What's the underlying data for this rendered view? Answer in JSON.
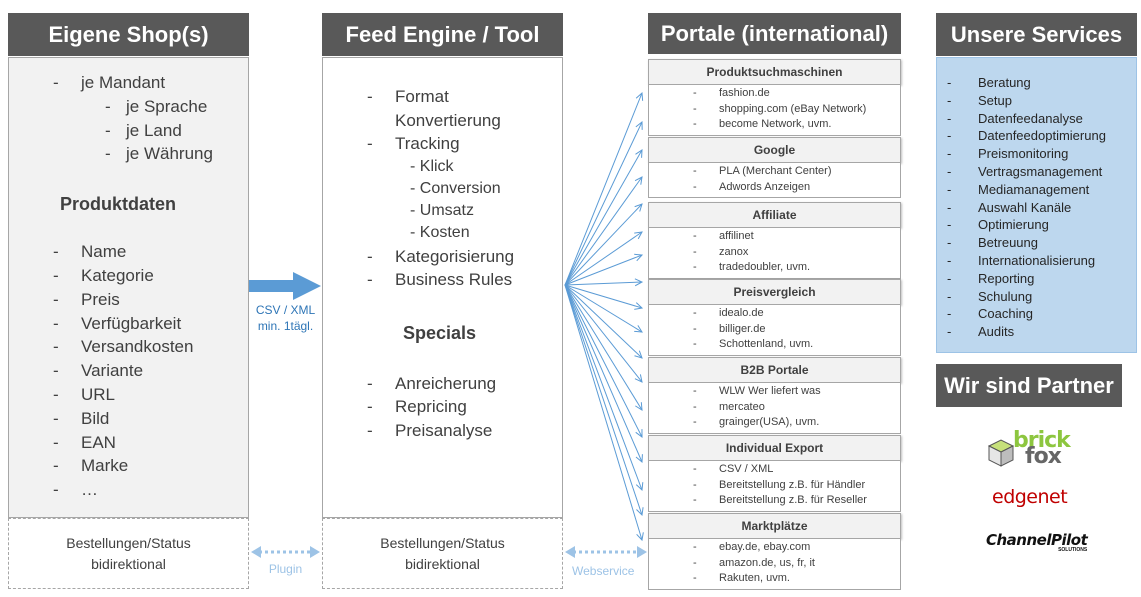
{
  "col1": {
    "header": "Eigene Shop(s)",
    "top_items": [
      {
        "text": "je Mandant",
        "sub": false
      },
      {
        "text": "je Sprache",
        "sub": true
      },
      {
        "text": "je Land",
        "sub": true
      },
      {
        "text": "je Währung",
        "sub": true
      }
    ],
    "section_title": "Produktdaten",
    "items": [
      "Name",
      "Kategorie",
      "Preis",
      "Verfügbarkeit",
      "Versandkosten",
      "Variante",
      "URL",
      "Bild",
      "EAN",
      "Marke",
      "…"
    ],
    "bottom_line1": "Bestellungen/Status",
    "bottom_line2": "bidirektional"
  },
  "connector1": {
    "arrow_line1": "CSV / XML",
    "arrow_line2": "min. 1tägl.",
    "plugin_label": "Plugin"
  },
  "col2": {
    "header": "Feed Engine / Tool",
    "items": [
      {
        "text": "Format",
        "sub": false
      },
      {
        "text": "Konvertierung",
        "sub": false,
        "cont": true
      },
      {
        "text": "Tracking",
        "sub": false
      },
      {
        "text": "- Klick",
        "sub": true
      },
      {
        "text": "- Conversion",
        "sub": true
      },
      {
        "text": "- Umsatz",
        "sub": true
      },
      {
        "text": "- Kosten",
        "sub": true
      },
      {
        "text": "Kategorisierung",
        "sub": false
      },
      {
        "text": "Business Rules",
        "sub": false
      }
    ],
    "section_title": "Specials",
    "specials": [
      "Anreicherung",
      "Repricing",
      "Preisanalyse"
    ],
    "bottom_line1": "Bestellungen/Status",
    "bottom_line2": "bidirektional",
    "webservice_label": "Webservice"
  },
  "col3": {
    "header": "Portale (international)",
    "portals": [
      {
        "title": "Produktsuchmaschinen",
        "items": [
          "fashion.de",
          "shopping.com (eBay Network)",
          "become Network, uvm."
        ]
      },
      {
        "title": "Google",
        "items": [
          "PLA (Merchant Center)",
          "Adwords Anzeigen"
        ]
      },
      {
        "title": "Affiliate",
        "items": [
          "affilinet",
          "zanox",
          "tradedoubler, uvm."
        ]
      },
      {
        "title": "Preisvergleich",
        "items": [
          "idealo.de",
          "billiger.de",
          "Schottenland, uvm."
        ]
      },
      {
        "title": "B2B  Portale",
        "items": [
          "WLW Wer liefert was",
          "mercateo",
          "grainger(USA), uvm."
        ]
      },
      {
        "title": "Individual Export",
        "items": [
          "CSV / XML",
          "Bereitstellung z.B. für Händler",
          "Bereitstellung z.B. für Reseller"
        ]
      },
      {
        "title": "Marktplätze",
        "items": [
          "ebay.de, ebay.com",
          "amazon.de, us, fr, it",
          "Rakuten, uvm."
        ]
      }
    ]
  },
  "col4": {
    "header": "Unsere Services",
    "items": [
      "Beratung",
      "Setup",
      "Datenfeedanalyse",
      "Datenfeedoptimierung",
      "Preismonitoring",
      "Vertragsmanagement",
      "Mediamanagement",
      "Auswahl Kanäle",
      "Optimierung",
      "Betreuung",
      "Internationalisierung",
      "Reporting",
      "Schulung",
      "Coaching",
      "Audits"
    ],
    "partner_header": "Wir sind Partner",
    "partners": {
      "brickfox_line1": "brick",
      "brickfox_line2": "fox",
      "edgenet": "edgenet",
      "channelpilot": "ChannelPilot",
      "channelpilot_sub": "SOLUTIONS"
    }
  },
  "colors": {
    "header_bg": "#595959",
    "box_bg": "#f2f2f2",
    "services_bg": "#bdd7ee",
    "arrow_blue": "#5b9bd5",
    "light_blue": "#9dc3e6"
  }
}
